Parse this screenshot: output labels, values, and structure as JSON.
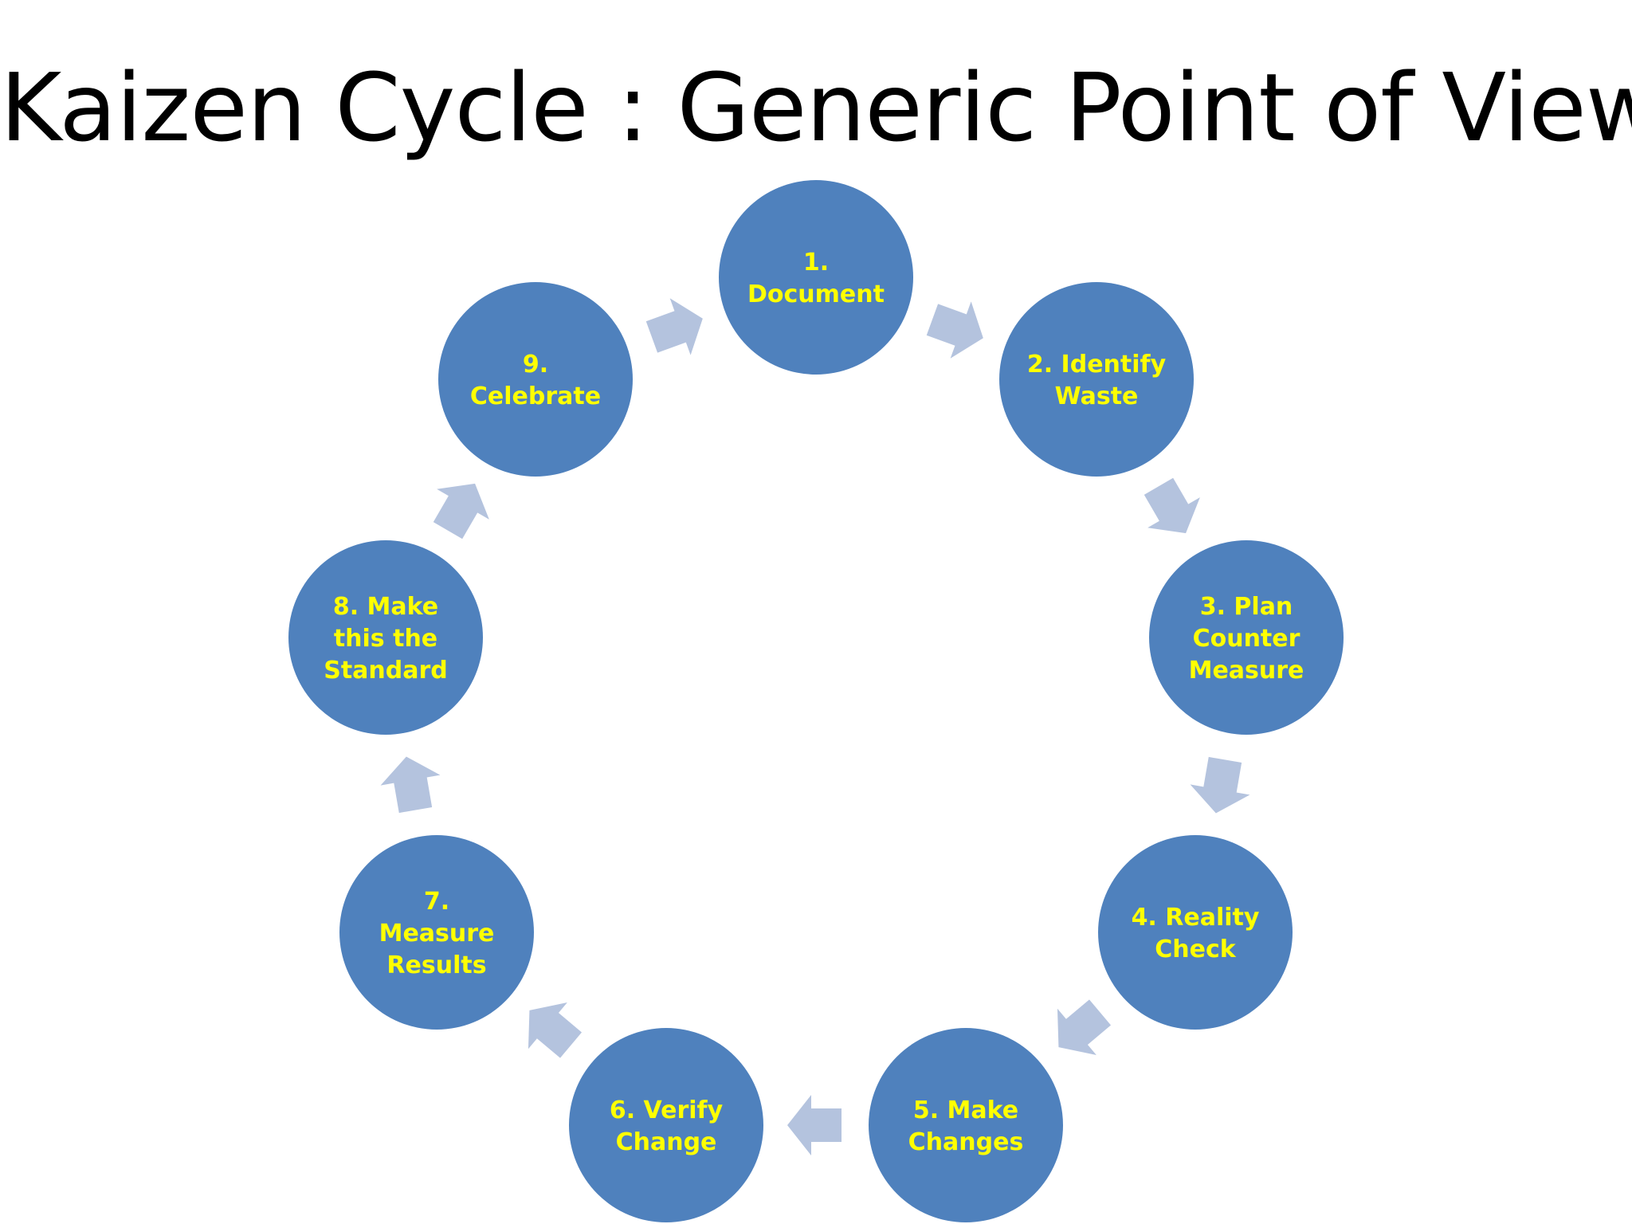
{
  "slide": {
    "title": "Kaizen Cycle : Generic Point of View"
  },
  "colors": {
    "node_fill": "#4f81bd",
    "node_text": "#ffff00",
    "arrow_fill": "#b4c3de",
    "title_text": "#000000"
  },
  "steps": [
    {
      "lines": [
        "1.",
        "Document"
      ]
    },
    {
      "lines": [
        "2. Identify",
        "Waste"
      ]
    },
    {
      "lines": [
        "3. Plan",
        "Counter",
        "Measure"
      ]
    },
    {
      "lines": [
        "4. Reality",
        "Check"
      ]
    },
    {
      "lines": [
        "5. Make",
        "Changes"
      ]
    },
    {
      "lines": [
        "6. Verify",
        "Change"
      ]
    },
    {
      "lines": [
        "7.",
        "Measure",
        "Results"
      ]
    },
    {
      "lines": [
        "8. Make",
        "this the",
        "Standard"
      ]
    },
    {
      "lines": [
        "9.",
        "Celebrate"
      ]
    }
  ],
  "arrows": [
    {
      "from": 1,
      "to": 2,
      "icon": "arrow-right-icon"
    },
    {
      "from": 2,
      "to": 3,
      "icon": "arrow-right-icon"
    },
    {
      "from": 3,
      "to": 4,
      "icon": "arrow-right-icon"
    },
    {
      "from": 4,
      "to": 5,
      "icon": "arrow-right-icon"
    },
    {
      "from": 5,
      "to": 6,
      "icon": "arrow-right-icon"
    },
    {
      "from": 6,
      "to": 7,
      "icon": "arrow-right-icon"
    },
    {
      "from": 7,
      "to": 8,
      "icon": "arrow-right-icon"
    },
    {
      "from": 8,
      "to": 9,
      "icon": "arrow-right-icon"
    },
    {
      "from": 9,
      "to": 1,
      "icon": "arrow-right-icon"
    }
  ]
}
